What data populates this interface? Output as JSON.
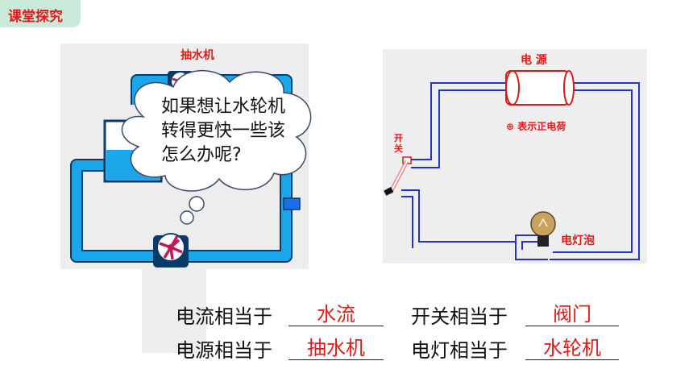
{
  "badge": {
    "label": "课堂探究"
  },
  "water_model": {
    "pump_label": "抽水机",
    "bubble_text": "如果想让水轮机\n转得更快一些该\n怎么办呢?"
  },
  "circuit": {
    "power_label": "电 源",
    "switch_label": "开\n关",
    "charge_note": "⊕ 表示正电荷",
    "bulb_label": "电灯泡"
  },
  "qa": [
    {
      "question": "电流相当于",
      "answer": "水流"
    },
    {
      "question": "开关相当于",
      "answer": "阀门"
    },
    {
      "question": "电源相当于",
      "answer": "抽水机"
    },
    {
      "question": "电灯相当于",
      "answer": "水轮机"
    }
  ],
  "colors": {
    "accent_red": "#e11b1b",
    "badge_bg": "#c9ead9",
    "water_blue": "#1aa6e8",
    "wire_blue": "#2233cc"
  }
}
